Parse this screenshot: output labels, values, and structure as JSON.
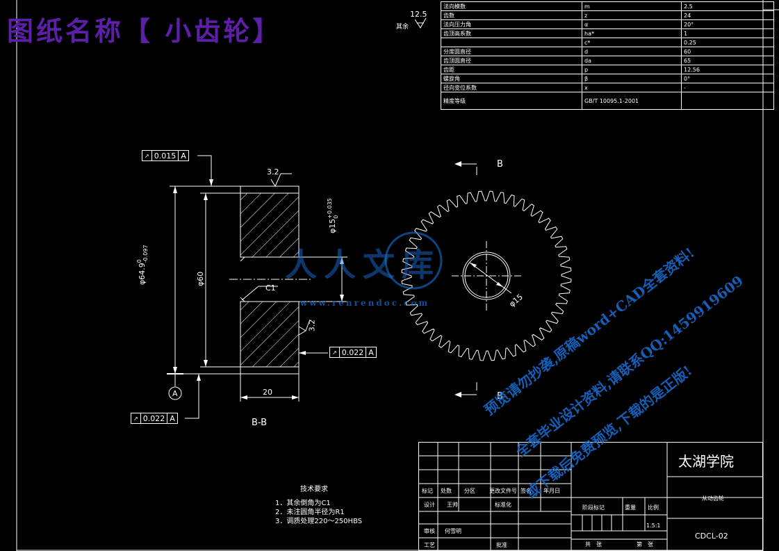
{
  "title": "图纸名称【 小齿轮】",
  "roughness_other": {
    "value": "12.5",
    "label": "其余"
  },
  "params": [
    [
      "法向模数",
      "m",
      "2.5"
    ],
    [
      "齿数",
      "z",
      "24"
    ],
    [
      "法向压力角",
      "α",
      "20°"
    ],
    [
      "齿顶高系数",
      "ha*",
      "1"
    ],
    [
      "",
      "c*",
      "0.25"
    ],
    [
      "分度圆直径",
      "d",
      "60"
    ],
    [
      "齿顶圆直径",
      "da",
      "65"
    ],
    [
      "齿距",
      "p",
      "12.56"
    ],
    [
      "螺旋角",
      "β",
      "0°"
    ],
    [
      "径向变位系数",
      "x",
      "-"
    ],
    [
      "精度等级",
      "GB/T 10095.1-2001",
      ""
    ]
  ],
  "section": {
    "tol_top": {
      "sym": "↗",
      "val": "0.015",
      "ref": "A"
    },
    "tol_right": {
      "sym": "↗",
      "val": "0.022",
      "ref": "A"
    },
    "tol_bottom": {
      "sym": "↗",
      "val": "0.022",
      "ref": "A"
    },
    "rough_top": "3.2",
    "rough_side": "3.2",
    "dim_outer": "φ64.9",
    "dim_outer_tol_up": "0",
    "dim_outer_tol_low": "-0.097",
    "dim_pitch": "φ60",
    "dim_bore": "φ15",
    "dim_bore_tol_up": "+0.035",
    "dim_bore_tol_low": "0",
    "chamfer": "C1",
    "width": "20",
    "datum": "A",
    "label": "B-B"
  },
  "gear": {
    "bore_label": "φ15",
    "cut_label_top": "B",
    "cut_label_bottom": "B",
    "teeth": 48
  },
  "tech": {
    "heading": "技术要求",
    "lines": [
      "1．其余倒角为C1",
      "2．未注圆角半径为R1",
      "3．调质处理220～250HBS"
    ]
  },
  "title_block": {
    "school": "太湖学院",
    "part_name": "从动齿轮",
    "drawing_no": "CDCL-02",
    "scale": "1.5:1",
    "header_labels": [
      "标记",
      "处数",
      "分区",
      "更改文件号",
      "签名",
      "年月日"
    ],
    "design": "设计",
    "designer": "王帅",
    "standard": "标准化",
    "stage": "阶段标记",
    "weight": "重量",
    "ratio": "比例",
    "review": "审核",
    "reviewer": "何雪明",
    "process": "工艺",
    "approve": "批准",
    "total": "共　张",
    "sheet": "第　张"
  },
  "watermark": {
    "brand": "人人文库",
    "url": "www.renrendoc.com",
    "line1": "预览请勿抄袭,原稿word+CAD全套资料!",
    "line2": "全套毕业设计资料,请联系QQ:1459919609",
    "line3": "或下载后免费预览,下载的是正版!"
  }
}
